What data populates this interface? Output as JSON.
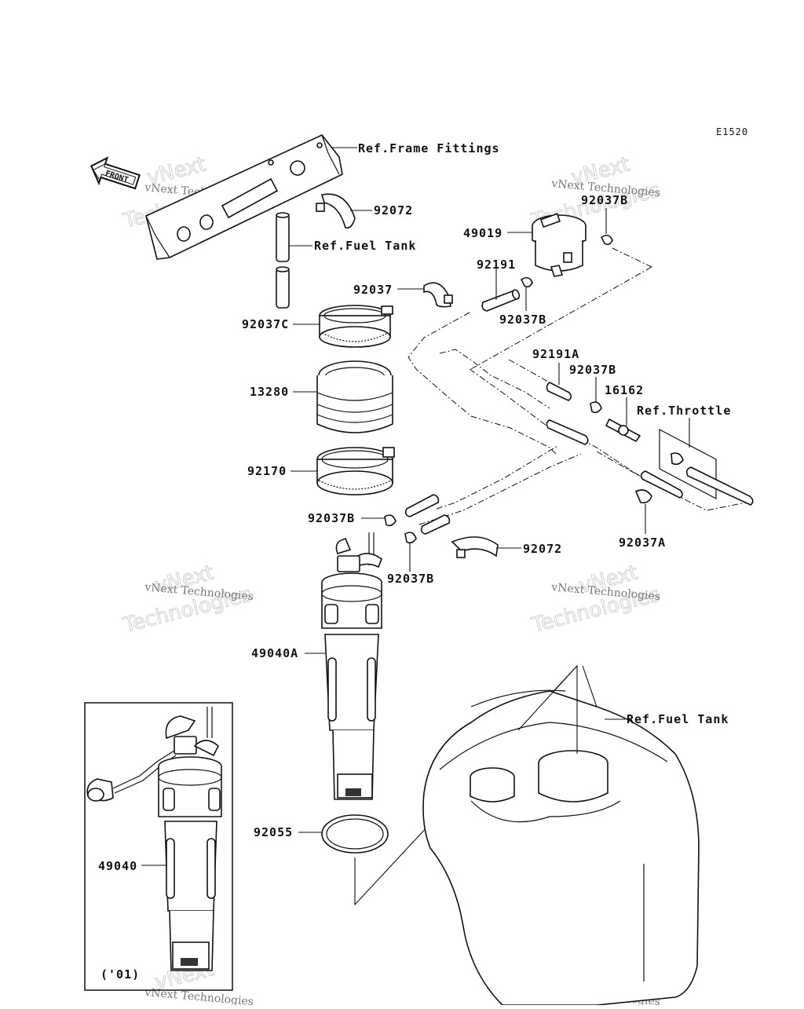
{
  "diagram": {
    "code": "E1520",
    "front_label": "FRONT",
    "labels": {
      "ref_frame_fittings": "Ref.Frame Fittings",
      "p92072_top": "92072",
      "ref_fuel_tank_top": "Ref.Fuel Tank",
      "p49019": "49019",
      "p92037b_top_right": "92037B",
      "p92191": "92191",
      "p92037_left": "92037",
      "p92037b_under_92191": "92037B",
      "p92037c": "92037C",
      "p92191a": "92191A",
      "p92037b_mid": "92037B",
      "p16162": "16162",
      "ref_throttle": "Ref.Throttle",
      "p13280": "13280",
      "p92170": "92170",
      "p92037a": "92037A",
      "p92037b_left": "92037B",
      "p92072_bottom": "92072",
      "p92037b_bottom": "92037B",
      "p49040a": "49040A",
      "ref_fuel_tank_bottom": "Ref.Fuel Tank",
      "p92055": "92055",
      "p49040": "49040",
      "inset_year": "('01)"
    },
    "watermark": {
      "line1": "vNext Technologies",
      "line2": "vNext",
      "line3": "Technologies"
    }
  }
}
